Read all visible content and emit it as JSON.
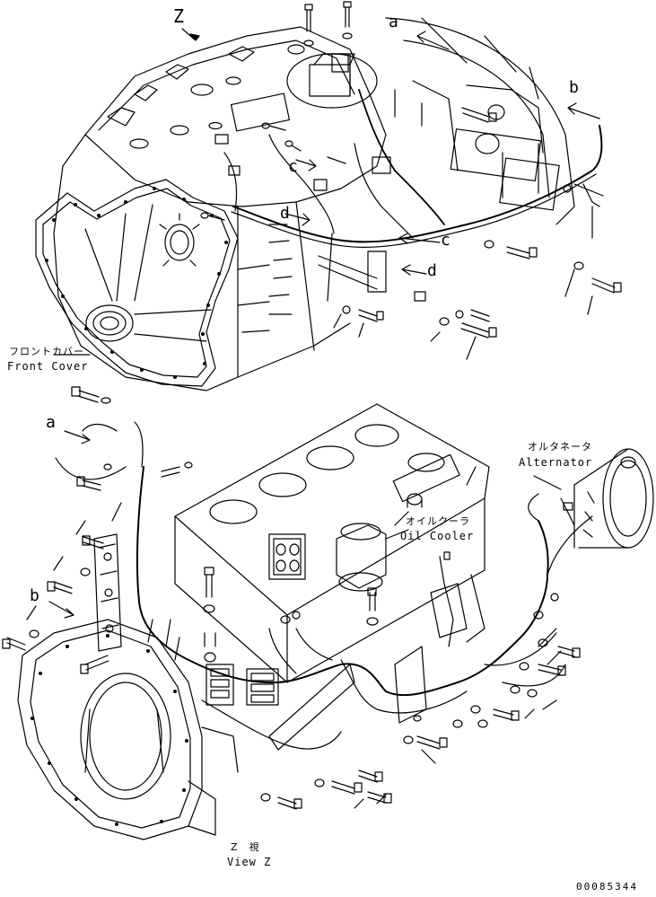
{
  "view_marker": "Z",
  "refs": {
    "a": "a",
    "b": "b",
    "c": "c",
    "d": "d"
  },
  "front_cover": {
    "jp": "フロントカバー",
    "en": "Front Cover"
  },
  "alternator": {
    "jp": "オルタネータ",
    "en": "Alternator"
  },
  "oil_cooler": {
    "jp": "オイルクーラ",
    "en": "Oil Cooler"
  },
  "view_z": {
    "jp": "Z　視",
    "en": "View Z"
  },
  "drawing_number": "00085344"
}
